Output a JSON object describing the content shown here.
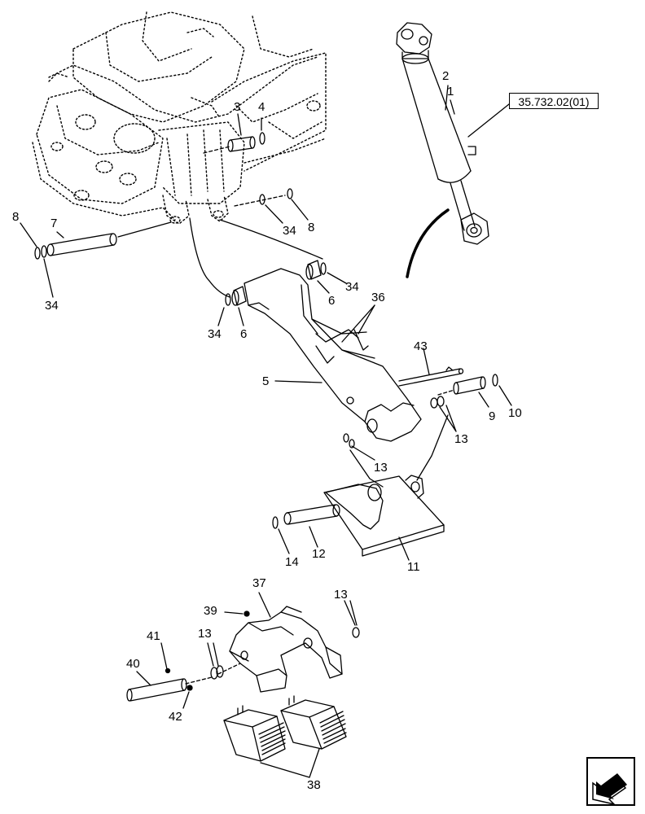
{
  "diagram": {
    "reference_link": "35.732.02(01)",
    "labels": [
      {
        "id": "c2",
        "text": "2"
      },
      {
        "id": "c1",
        "text": "1"
      },
      {
        "id": "c3",
        "text": "3"
      },
      {
        "id": "c4",
        "text": "4"
      },
      {
        "id": "c8a",
        "text": "8"
      },
      {
        "id": "c7",
        "text": "7"
      },
      {
        "id": "c34a",
        "text": "34"
      },
      {
        "id": "c34b",
        "text": "34"
      },
      {
        "id": "c8b",
        "text": "8"
      },
      {
        "id": "c34c",
        "text": "34"
      },
      {
        "id": "c6a",
        "text": "6"
      },
      {
        "id": "c34d",
        "text": "34"
      },
      {
        "id": "c6b",
        "text": "6"
      },
      {
        "id": "c36",
        "text": "36"
      },
      {
        "id": "c5",
        "text": "5"
      },
      {
        "id": "c43",
        "text": "43"
      },
      {
        "id": "c9",
        "text": "9"
      },
      {
        "id": "c10",
        "text": "10"
      },
      {
        "id": "c13a",
        "text": "13"
      },
      {
        "id": "c13b",
        "text": "13"
      },
      {
        "id": "c14",
        "text": "14"
      },
      {
        "id": "c12",
        "text": "12"
      },
      {
        "id": "c11",
        "text": "11"
      },
      {
        "id": "c37",
        "text": "37"
      },
      {
        "id": "c39",
        "text": "39"
      },
      {
        "id": "c13c",
        "text": "13"
      },
      {
        "id": "c13d",
        "text": "13"
      },
      {
        "id": "c41",
        "text": "41"
      },
      {
        "id": "c40",
        "text": "40"
      },
      {
        "id": "c42",
        "text": "42"
      },
      {
        "id": "c38",
        "text": "38"
      }
    ],
    "nav_icon": "next-page-arrow-icon"
  }
}
